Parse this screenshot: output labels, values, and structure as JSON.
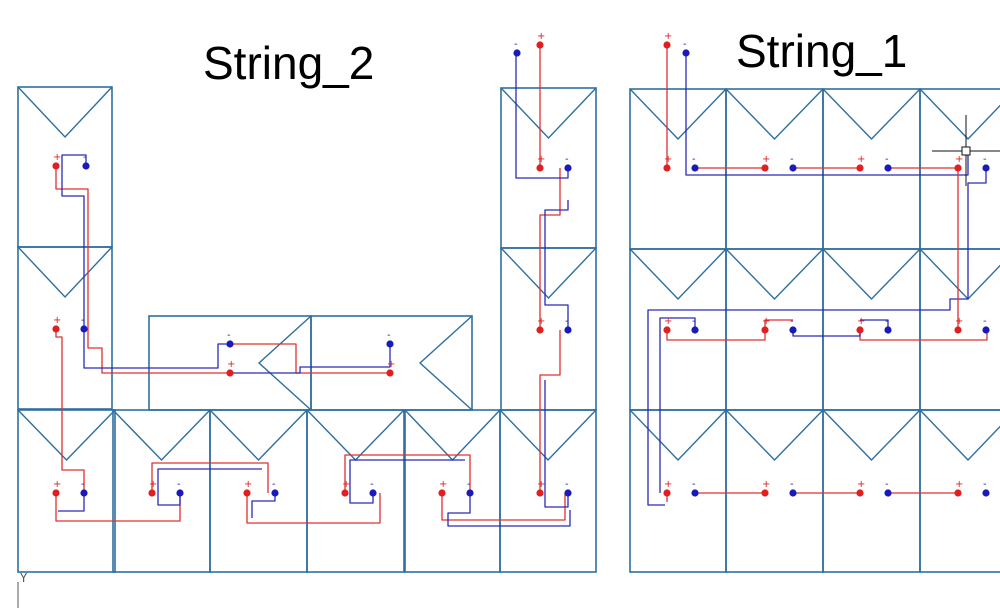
{
  "titles": {
    "left": "String_2",
    "right": "String_1"
  },
  "axis": {
    "label": "Y"
  },
  "terminals": {
    "plus": "+",
    "minus": "-"
  },
  "colors": {
    "panel_border": "#2f6f9e",
    "positive_wire": "#e03030",
    "negative_wire": "#2a2ab8",
    "positive_dot": "#e02020",
    "negative_dot": "#1a1ab8",
    "crosshair": "#111111",
    "background": "#ffffff"
  },
  "diagram": {
    "strings": [
      {
        "name": "String_2"
      },
      {
        "name": "String_1"
      }
    ]
  }
}
